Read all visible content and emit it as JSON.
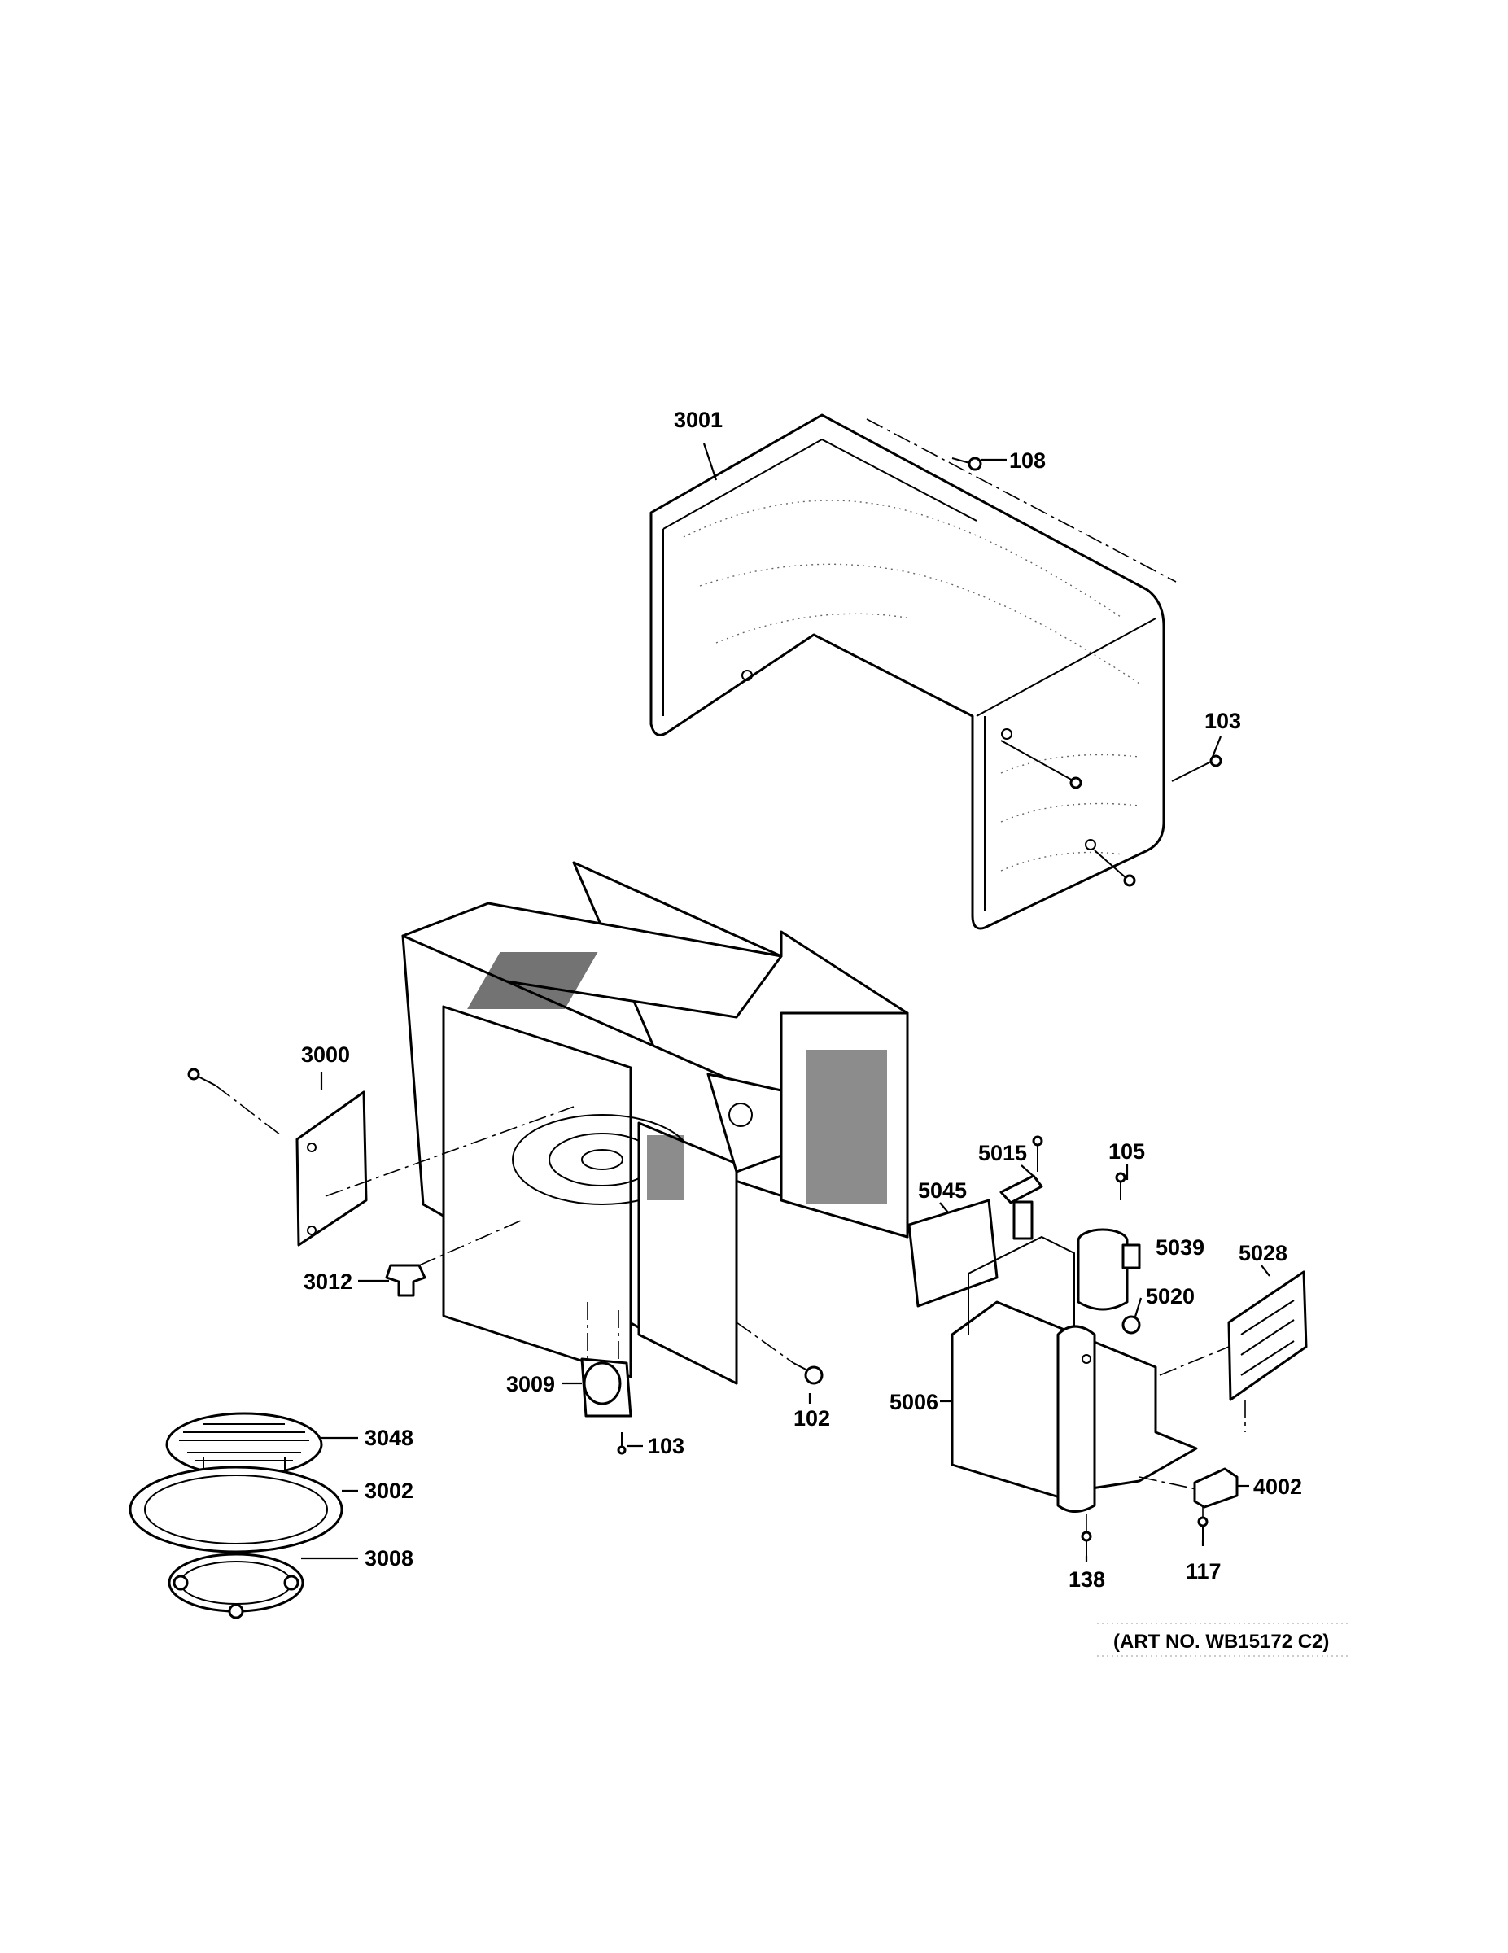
{
  "callouts": {
    "c3001": "3001",
    "c108": "108",
    "c103a": "103",
    "c3000": "3000",
    "c3012": "3012",
    "c3009": "3009",
    "c103b": "103",
    "c102": "102",
    "c3048": "3048",
    "c3002": "3002",
    "c3008": "3008",
    "c5015": "5015",
    "c105": "105",
    "c5045": "5045",
    "c5039": "5039",
    "c5028": "5028",
    "c5020": "5020",
    "c5006": "5006",
    "c4002": "4002",
    "c138": "138",
    "c117": "117"
  },
  "art_number": "(ART NO. WB15172 C2)"
}
